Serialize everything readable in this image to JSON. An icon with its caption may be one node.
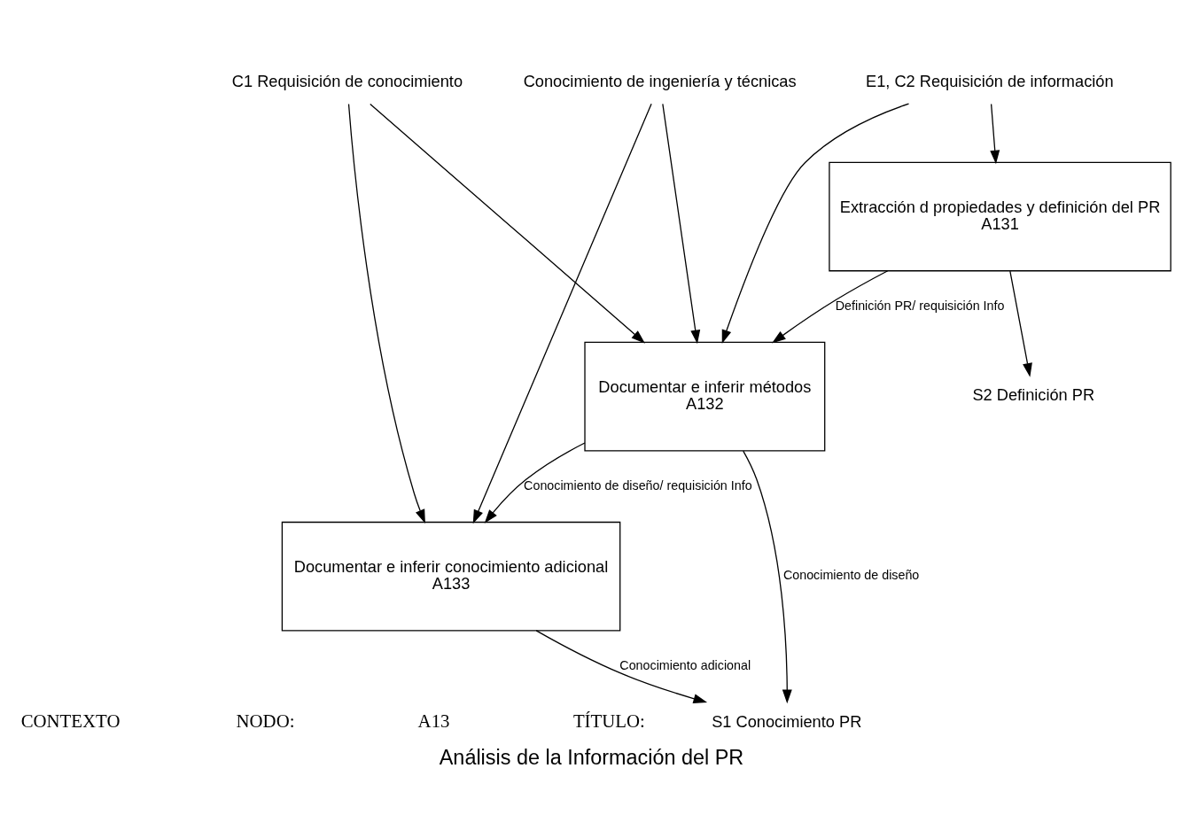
{
  "diagram": {
    "title": "Análisis de la Información del PR",
    "nodes": [
      {
        "text": [
          "E1, C2 Requisición de información"
        ]
      },
      {
        "text": [
          "C1 Requisición de conocimiento"
        ]
      },
      {
        "text": [
          "Conocimiento de ingeniería y técnicas"
        ]
      },
      {
        "text": [
          "Extracción d propiedades y definición del PR",
          "A131"
        ]
      },
      {
        "text": [
          "Documentar e inferir métodos",
          "A132"
        ]
      },
      {
        "text": [
          "Documentar e inferir conocimiento adicional",
          "A133"
        ]
      },
      {
        "text": [
          "S2 Definición PR"
        ]
      },
      {
        "text": [
          "S1 Conocimiento PR"
        ]
      }
    ],
    "edges": [
      {
        "from": 0,
        "to": 3,
        "arrow": "to"
      },
      {
        "from": 0,
        "to": 4,
        "arrow": "to"
      },
      {
        "from": 1,
        "to": 4,
        "arrow": "to"
      },
      {
        "from": 1,
        "to": 5,
        "arrow": "to"
      },
      {
        "from": 2,
        "to": 4,
        "arrow": "to"
      },
      {
        "from": 2,
        "to": 5,
        "arrow": "to"
      },
      {
        "from": 3,
        "to": 6,
        "arrow": "to"
      },
      {
        "from": 3,
        "to": 4,
        "arrow": "to",
        "label": "Definición PR/ requisición Info"
      },
      {
        "from": 4,
        "to": 7,
        "arrow": "to",
        "label": "Conocimiento de diseño"
      },
      {
        "from": 4,
        "to": 5,
        "arrow": "to",
        "label": "Conocimiento de diseño/ requisición Info"
      },
      {
        "from": 5,
        "to": 7,
        "arrow": "to",
        "label": "Conocimiento adicional"
      }
    ],
    "labels": [
      "CONTEXTO",
      "NODO:",
      "A13",
      "TÍTULO:"
    ]
  }
}
